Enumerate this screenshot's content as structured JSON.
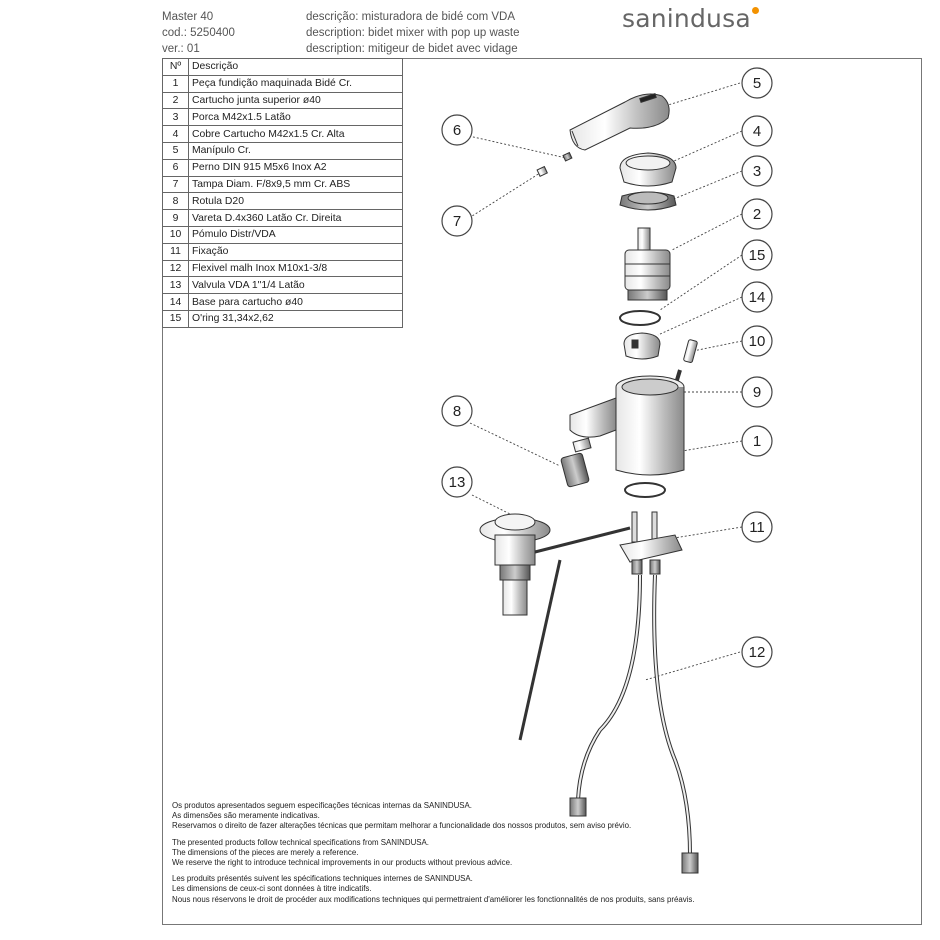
{
  "header": {
    "model": "Master 40",
    "code": "cod.: 5250400",
    "version": "ver.: 01",
    "desc_pt": "descrição: misturadora de bidé com VDA",
    "desc_en": "description: bidet mixer with pop up waste",
    "desc_fr": "description: mitigeur de bidet avec vidage"
  },
  "brand": {
    "logo_text": "sanindusa",
    "accent_color": "#f39200"
  },
  "parts_table": {
    "header": [
      "Nº",
      "Descrição"
    ],
    "rows": [
      [
        "1",
        "Peça fundição maquinada Bidé Cr."
      ],
      [
        "2",
        "Cartucho junta superior ø40"
      ],
      [
        "3",
        "Porca M42x1.5 Latão"
      ],
      [
        "4",
        "Cobre Cartucho M42x1.5 Cr. Alta"
      ],
      [
        "5",
        "Manípulo Cr."
      ],
      [
        "6",
        "Perno DIN 915 M5x6 Inox A2"
      ],
      [
        "7",
        "Tampa Diam. F/8x9,5 mm Cr. ABS"
      ],
      [
        "8",
        "Rotula D20"
      ],
      [
        "9",
        "Vareta D.4x360 Latão Cr. Direita"
      ],
      [
        "10",
        "Pómulo Distr/VDA"
      ],
      [
        "11",
        "Fixação"
      ],
      [
        "12",
        "Flexivel malh Inox M10x1-3/8"
      ],
      [
        "13",
        "Valvula VDA 1\"1/4 Latão"
      ],
      [
        "14",
        "Base para cartucho ø40"
      ],
      [
        "15",
        "O'ring 31,34x2,62"
      ]
    ]
  },
  "callouts": [
    "1",
    "2",
    "3",
    "4",
    "5",
    "6",
    "7",
    "8",
    "9",
    "10",
    "11",
    "12",
    "13",
    "14",
    "15"
  ],
  "disclaimer": {
    "pt": [
      "Os produtos apresentados seguem especificações técnicas internas da SANINDUSA.",
      "As dimensões são meramente indicativas.",
      "Reservamos o direito de fazer alterações técnicas que permitam melhorar a funcionalidade dos nossos produtos, sem aviso prévio."
    ],
    "en": [
      "The presented products follow technical specifications from SANINDUSA.",
      "The dimensions of the pieces are merely a reference.",
      "We reserve the right to introduce technical improvements in our products without previous advice."
    ],
    "fr": [
      "Les produits présentés suivent les spécifications techniques internes de SANINDUSA.",
      "Les dimensions de ceux-ci sont données à titre indicatifs.",
      "Nous nous réservons le droit de procéder aux modifications techniques qui permettraient d'améliorer les fonctionnalités de nos produits, sans préavis."
    ]
  }
}
